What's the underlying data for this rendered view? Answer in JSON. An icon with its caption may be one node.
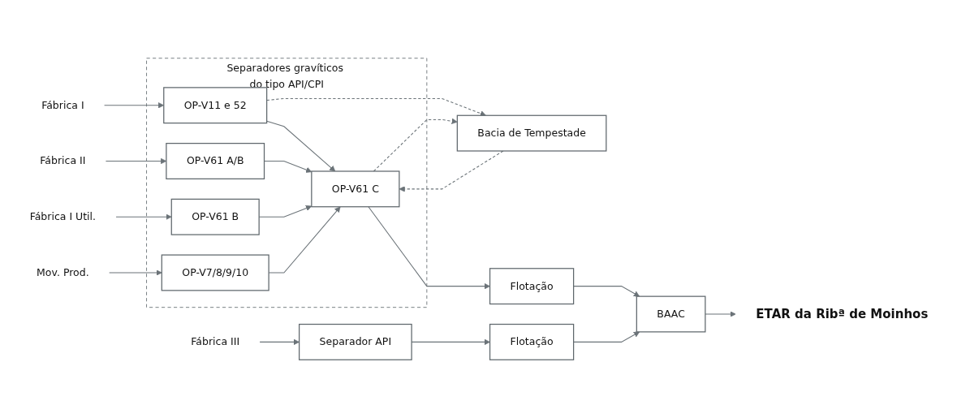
{
  "diagram": {
    "nodes": [
      {
        "text": [
          "Separadores gravíticos do tipo API/CPI"
        ]
      },
      {
        "text": [
          "OP-V11 e 52"
        ],
        "in": 0
      },
      {
        "text": [
          "OP-V61 A/B"
        ],
        "in": 0
      },
      {
        "text": [
          "OP-V61 B"
        ],
        "in": 0
      },
      {
        "text": [
          "OP-V7/8/9/10"
        ],
        "in": 0
      },
      {
        "text": [
          "OP-V61 C"
        ],
        "in": 0
      },
      {
        "text": [
          "Fábrica I"
        ]
      },
      {
        "text": [
          "Fábrica II"
        ]
      },
      {
        "text": [
          "Fábrica I Util."
        ]
      },
      {
        "text": [
          "Mov. Prod."
        ]
      },
      {
        "text": [
          "Fábrica III"
        ]
      },
      {
        "text": [
          "Separador API"
        ]
      },
      {
        "text": [
          "Bacia de Tempestade"
        ]
      },
      {
        "text": [
          "Flotação"
        ]
      },
      {
        "text": [
          "Flotação"
        ]
      },
      {
        "text": [
          "BAAC"
        ]
      },
      {
        "text": [
          "ETAR da Ribª de Moinhos"
        ]
      }
    ],
    "edges": [
      {
        "from": 6,
        "to": 1,
        "arrow": "to"
      },
      {
        "from": 7,
        "to": 2,
        "arrow": "to"
      },
      {
        "from": 8,
        "to": 3,
        "arrow": "to"
      },
      {
        "from": 9,
        "to": 4,
        "arrow": "to"
      },
      {
        "from": 10,
        "to": 11,
        "arrow": "to"
      },
      {
        "from": 1,
        "to": 5,
        "arrow": "to"
      },
      {
        "from": 2,
        "to": 5,
        "arrow": "to"
      },
      {
        "from": 3,
        "to": 5,
        "arrow": "to"
      },
      {
        "from": 4,
        "to": 5,
        "arrow": "to"
      },
      {
        "from": 1,
        "to": 12,
        "arrow": "to",
        "style": "dashed"
      },
      {
        "from": 5,
        "to": 12,
        "arrow": "to",
        "style": "dashed"
      },
      {
        "from": 12,
        "to": 5,
        "arrow": "to",
        "style": "dashed"
      },
      {
        "from": 5,
        "to": 13,
        "arrow": "to"
      },
      {
        "from": 11,
        "to": 14,
        "arrow": "to"
      },
      {
        "from": 13,
        "to": 15,
        "arrow": "to"
      },
      {
        "from": 14,
        "to": 15,
        "arrow": "to"
      },
      {
        "from": 15,
        "to": 16,
        "arrow": "to"
      }
    ]
  }
}
